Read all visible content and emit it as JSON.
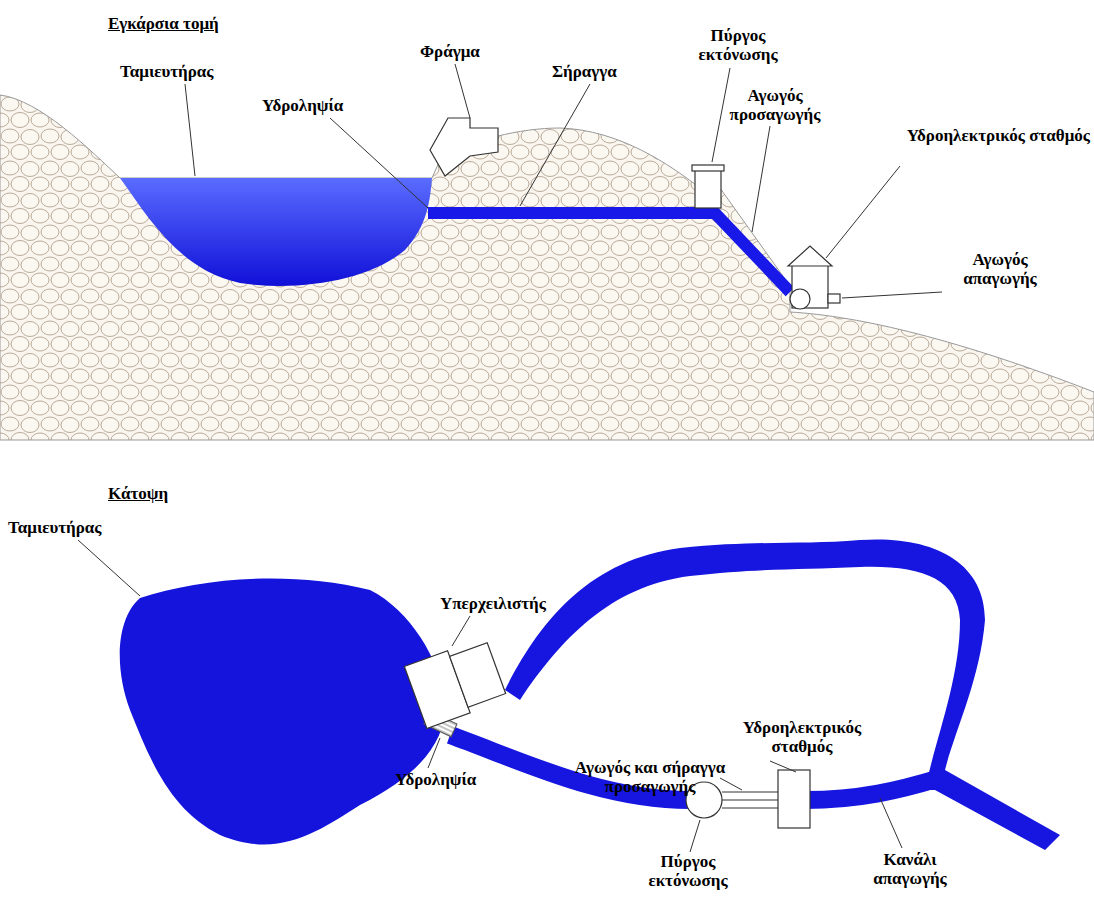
{
  "diagram": {
    "labels": [
      "Εγκάρσια τομή",
      "Ταμιευτήρας",
      "Υδροληψία",
      "Φράγμα",
      "Σήραγγα",
      "Πύργος εκτόνωσης",
      "Αγωγός προσαγωγής",
      "Υδροηλεκτρικός σταθμός",
      "Αγωγός απαγωγής",
      "Κάτοψη",
      "Ταμιευτήρας",
      "Υπερχειλιστής",
      "Υδροηλεκτρικός σταθμός",
      "Αγωγός και σήραγγα προσαγωγής",
      "Υδροληψία",
      "Πύργος εκτόνωσης",
      "Κανάλι απαγωγής"
    ]
  }
}
